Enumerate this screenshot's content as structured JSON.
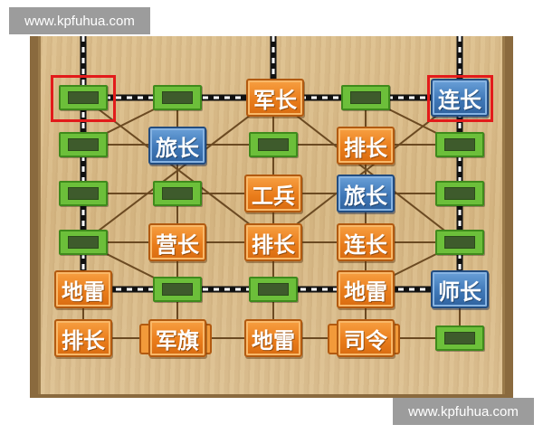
{
  "watermark": {
    "top_text": "www.kpfuhua.com",
    "bottom_text": "www.kpfuhua.com"
  },
  "colors": {
    "orange_piece": "#ea7d1b",
    "blue_piece": "#3f78b8",
    "slot": "#6cbf3a",
    "highlight": "#e21b1b",
    "board": "#d8ba88"
  },
  "pieces": [
    {
      "label": "军长",
      "color": "orange"
    },
    {
      "label": "连长",
      "color": "blue",
      "highlighted": true
    },
    {
      "label": "旅长",
      "color": "blue"
    },
    {
      "label": "排长",
      "color": "orange"
    },
    {
      "label": "工兵",
      "color": "orange"
    },
    {
      "label": "旅长",
      "color": "blue"
    },
    {
      "label": "营长",
      "color": "orange"
    },
    {
      "label": "排长",
      "color": "orange"
    },
    {
      "label": "连长",
      "color": "orange"
    },
    {
      "label": "地雷",
      "color": "orange"
    },
    {
      "label": "地雷",
      "color": "orange"
    },
    {
      "label": "师长",
      "color": "blue"
    },
    {
      "label": "排长",
      "color": "orange"
    },
    {
      "label": "军旗",
      "color": "orange",
      "camp": true
    },
    {
      "label": "地雷",
      "color": "orange"
    },
    {
      "label": "司令",
      "color": "orange",
      "camp": true
    }
  ],
  "empty_slots_note_hidden": ""
}
